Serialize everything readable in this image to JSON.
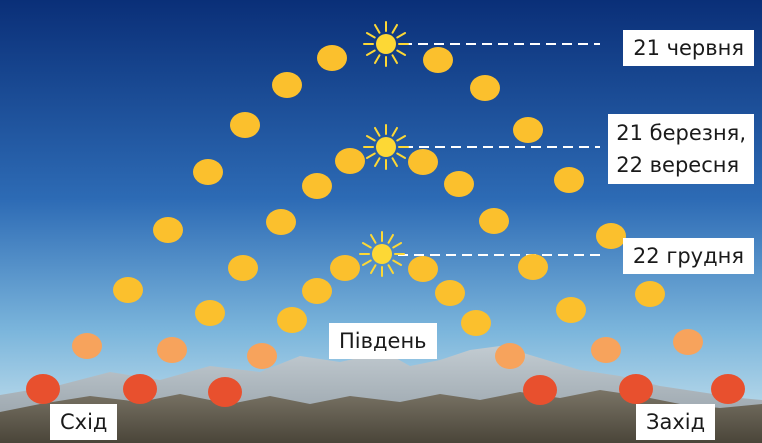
{
  "labels": {
    "summer_solstice": "21 червня",
    "equinox_line1": "21 березня,",
    "equinox_line2": "22 вересня",
    "winter_solstice": "22 грудня",
    "south": "Південь",
    "east": "Схід",
    "west": "Захід"
  },
  "colors": {
    "sky_top": "#0a2f78",
    "sky_bottom": "#cfe6ef",
    "sun_high": "#fbc02d",
    "sun_mid": "#f7a35c",
    "sun_low": "#e8502e",
    "noon_sun": "#fdd835",
    "dash_line": "#ffffff",
    "mountain_far": "#9aa6ae",
    "mountain_near": "#5a5548"
  },
  "icons": [
    "noon-sun-icon"
  ]
}
